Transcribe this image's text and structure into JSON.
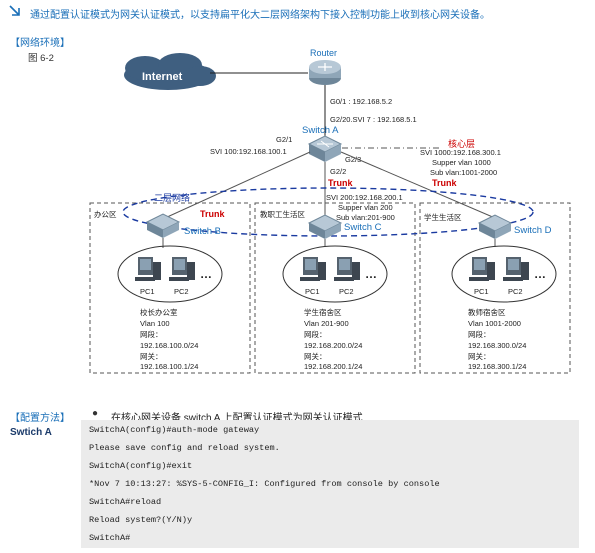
{
  "intro": {
    "text": "通过配置认证模式为网关认证模式，以支持扁平化大二层网络架构下接入控制功能上收到核心网关设备。",
    "icon": "arrow-icon"
  },
  "network_env": {
    "title": "【网络环境】",
    "figure_label": "图 6-2",
    "diagram": {
      "internet": "Internet",
      "router": "Router",
      "router_port": "G0/1 : 192.168.5.2",
      "uplink_port": "G2/20.SVI 7 : 192.168.5.1",
      "switch_a": "Switch A",
      "core_label": "核心层",
      "g21": "G2/1",
      "svi100": "SVI 100:192.168.100.1",
      "g23": "G2/3",
      "g22": "G2/2",
      "svi1000": "SVI 1000:192.168.300.1",
      "supper1000": "Supper vlan 1000",
      "sub1000": "Sub vlan:1001-2000",
      "trunk": "Trunk",
      "svi200": "SVI 200:192.168.200.1",
      "supper200": "Supper vlan 200",
      "sub200": "Sub vlan:201-900",
      "layer2": "二层网络",
      "switch_b": "Switch B",
      "switch_c": "Switch C",
      "switch_d": "Switch D",
      "zone_b": "办公区",
      "zone_c": "教职工生活区",
      "zone_d": "学生生活区",
      "pc1": "PC1",
      "pc2": "PC2",
      "dots": "…",
      "b_name": "校长办公室",
      "b_vlan": "Vlan 100",
      "b_seg_label": "网段：",
      "b_seg": "192.168.100.0/24",
      "b_gw_label": "网关：",
      "b_gw": "192.168.100.1/24",
      "c_name": "学生宿舍区",
      "c_vlan": "Vlan 201-900",
      "c_seg_label": "网段：",
      "c_seg": "192.168.200.0/24",
      "c_gw_label": "网关：",
      "c_gw": "192.168.200.1/24",
      "d_name": "教师宿舍区",
      "d_vlan": "Vlan 1001-2000",
      "d_seg_label": "网段：",
      "d_seg": "192.168.300.0/24",
      "d_gw_label": "网关：",
      "d_gw": "192.168.300.1/24"
    }
  },
  "config": {
    "title": "【配置方法】",
    "bullet": "●",
    "step_text": "在核心网关设备 switch A 上配置认证模式为网关认证模式",
    "switch_label": "Swtich A",
    "lines": [
      "SwitchA(config)#auth-mode gateway",
      "Please save config and reload system.",
      "SwitchA(config)#exit",
      "*Nov  7 10:13:27: %SYS-5-CONFIG_I: Configured from console by console",
      "SwitchA#reload",
      "Reload system?(Y/N)y",
      "SwitchA#"
    ]
  },
  "colors": {
    "accent": "#1a6fb8",
    "trunk": "#cc0000",
    "core": "#cc0000",
    "code_bg": "#ebebeb"
  }
}
